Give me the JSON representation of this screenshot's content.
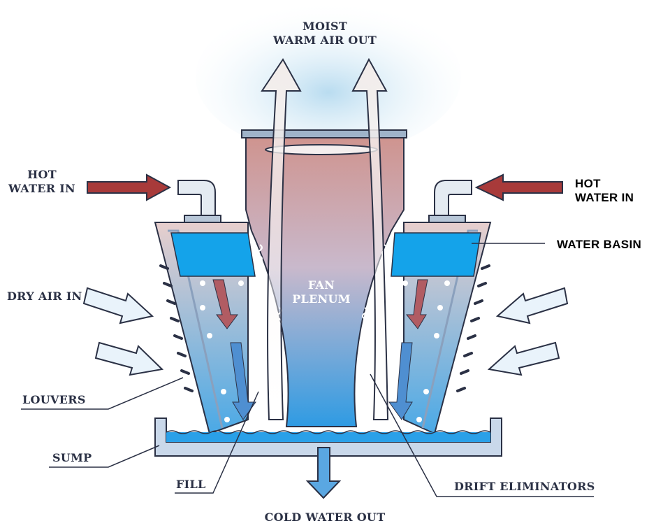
{
  "labels": {
    "moist_warm_air_out": [
      "MOIST",
      "WARM AIR OUT"
    ],
    "hot_water_in_left": [
      "HOT",
      "WATER IN"
    ],
    "hot_water_in_right": [
      "HOT",
      "WATER IN"
    ],
    "water_basin": "WATER BASIN",
    "dry_air_in": "DRY AIR IN",
    "fan_plenum": [
      "FAN",
      "PLENUM"
    ],
    "louvers": "LOUVERS",
    "sump": "SUMP",
    "fill": "FILL",
    "drift_eliminators": "DRIFT ELIMINATORS",
    "cold_water_out": "COLD WATER OUT"
  },
  "colors": {
    "hot_arrow": "#a83a3a",
    "water": "#1aa0e6",
    "outline": "#2b3145",
    "steam": "#cfe6f3",
    "plenum_top": "#d9a39c",
    "plenum_bottom": "#3b9ee0"
  }
}
